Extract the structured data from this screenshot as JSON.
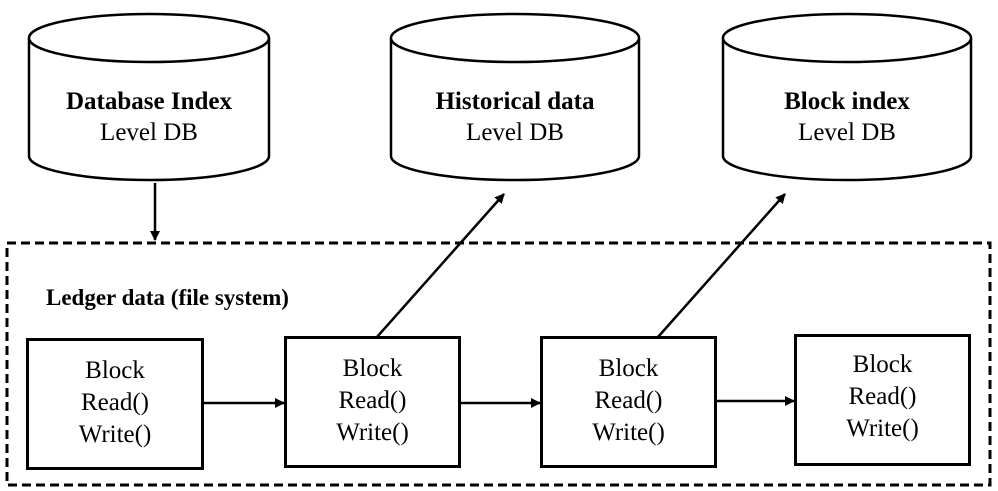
{
  "databases": [
    {
      "title": "Database Index",
      "subtitle": "Level DB"
    },
    {
      "title": "Historical data",
      "subtitle": "Level DB"
    },
    {
      "title": "Block index",
      "subtitle": "Level DB"
    }
  ],
  "ledger": {
    "title": "Ledger data (file system)"
  },
  "blocks": [
    {
      "name": "Block",
      "read": "Read()",
      "write": "Write()"
    },
    {
      "name": "Block",
      "read": "Read()",
      "write": "Write()"
    },
    {
      "name": "Block",
      "read": "Read()",
      "write": "Write()"
    },
    {
      "name": "Block",
      "read": "Read()",
      "write": "Write()"
    }
  ]
}
